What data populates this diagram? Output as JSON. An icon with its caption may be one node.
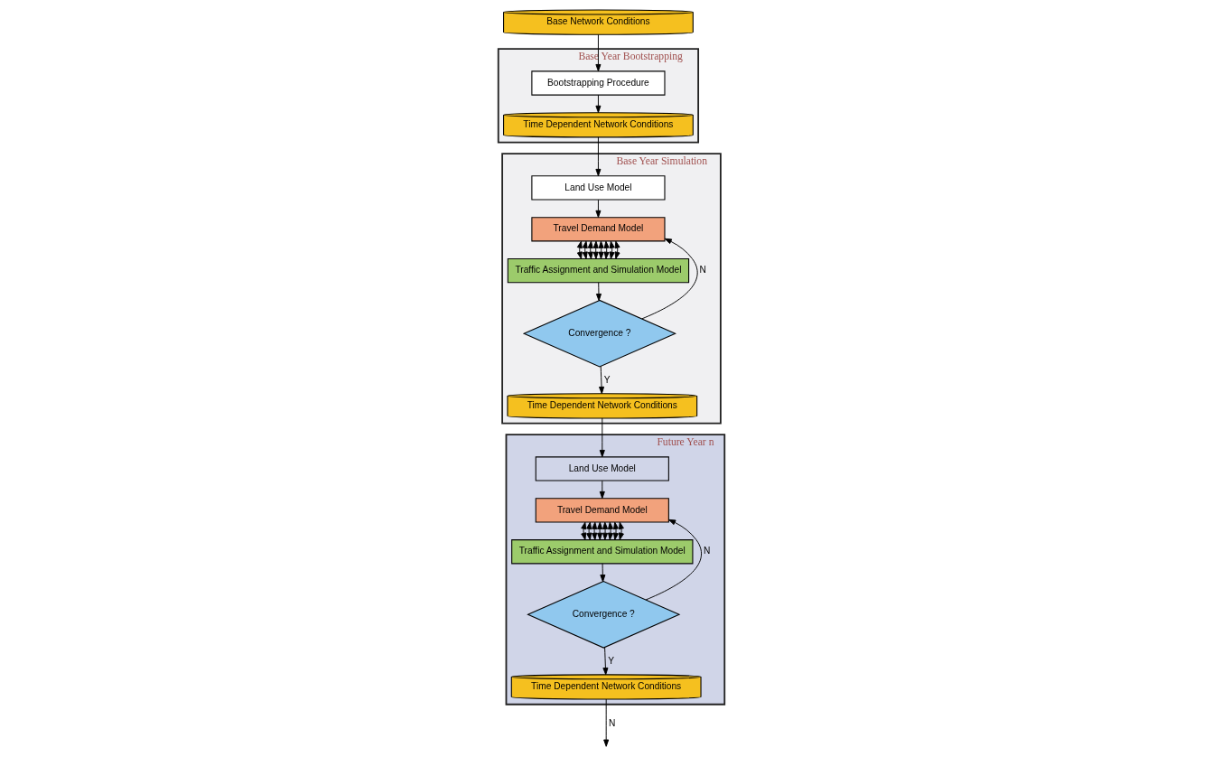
{
  "diagram": {
    "nodes": [
      {
        "text": [
          "Base Network Conditions"
        ]
      },
      {
        "text": [
          "Base Year Bootstrapping"
        ]
      },
      {
        "text": [
          "Bootstrapping Procedure"
        ],
        "in": 1
      },
      {
        "text": [
          "Time Dependent Network Conditions"
        ],
        "in": 1
      },
      {
        "text": [
          "Base Year Simulation"
        ]
      },
      {
        "text": [
          "Land Use Model"
        ],
        "in": 4
      },
      {
        "text": [
          "Travel Demand Model"
        ],
        "in": 4
      },
      {
        "text": [
          "Traffic Assignment and Simulation Model"
        ],
        "in": 4
      },
      {
        "text": [
          "Convergence ?"
        ],
        "in": 4
      },
      {
        "text": [
          "Time Dependent Network Conditions"
        ],
        "in": 4
      },
      {
        "text": [
          "Future Year n"
        ]
      },
      {
        "text": [
          "Land Use Model"
        ],
        "in": 10
      },
      {
        "text": [
          "Travel Demand Model"
        ],
        "in": 10
      },
      {
        "text": [
          "Traffic Assignment and Simulation Model"
        ],
        "in": 10
      },
      {
        "text": [
          "Convergence ?"
        ],
        "in": 10
      },
      {
        "text": [
          "Time Dependent Network Conditions"
        ],
        "in": 10
      }
    ],
    "edges": [
      {
        "from": 0,
        "to": 2,
        "arrow": "to"
      },
      {
        "from": 2,
        "to": 3,
        "arrow": "to"
      },
      {
        "from": 3,
        "to": 5,
        "arrow": "to"
      },
      {
        "from": 5,
        "to": 6,
        "arrow": "to"
      },
      {
        "from": 6,
        "to": 7,
        "arrow": "both"
      },
      {
        "from": 6,
        "to": 7,
        "arrow": "both"
      },
      {
        "from": 6,
        "to": 7,
        "arrow": "both"
      },
      {
        "from": 6,
        "to": 7,
        "arrow": "both"
      },
      {
        "from": 6,
        "to": 7,
        "arrow": "both"
      },
      {
        "from": 6,
        "to": 7,
        "arrow": "both"
      },
      {
        "from": 6,
        "to": 7,
        "arrow": "both"
      },
      {
        "from": 6,
        "to": 7,
        "arrow": "both"
      },
      {
        "from": 7,
        "to": 8,
        "arrow": "to"
      },
      {
        "from": 8,
        "to": 6,
        "arrow": "to",
        "label": "N"
      },
      {
        "from": 8,
        "to": 9,
        "arrow": "to",
        "label": "Y"
      },
      {
        "from": 9,
        "to": 11,
        "arrow": "to"
      },
      {
        "from": 11,
        "to": 12,
        "arrow": "to"
      },
      {
        "from": 12,
        "to": 13,
        "arrow": "both"
      },
      {
        "from": 12,
        "to": 13,
        "arrow": "both"
      },
      {
        "from": 12,
        "to": 13,
        "arrow": "both"
      },
      {
        "from": 12,
        "to": 13,
        "arrow": "both"
      },
      {
        "from": 12,
        "to": 13,
        "arrow": "both"
      },
      {
        "from": 12,
        "to": 13,
        "arrow": "both"
      },
      {
        "from": 12,
        "to": 13,
        "arrow": "both"
      },
      {
        "from": 12,
        "to": 13,
        "arrow": "both"
      },
      {
        "from": 13,
        "to": 14,
        "arrow": "to"
      },
      {
        "from": 14,
        "to": 12,
        "arrow": "to",
        "label": "N"
      },
      {
        "from": 14,
        "to": 15,
        "arrow": "to",
        "label": "Y"
      },
      {
        "from": 15,
        "to": null,
        "arrow": "to",
        "label": "N"
      }
    ]
  }
}
